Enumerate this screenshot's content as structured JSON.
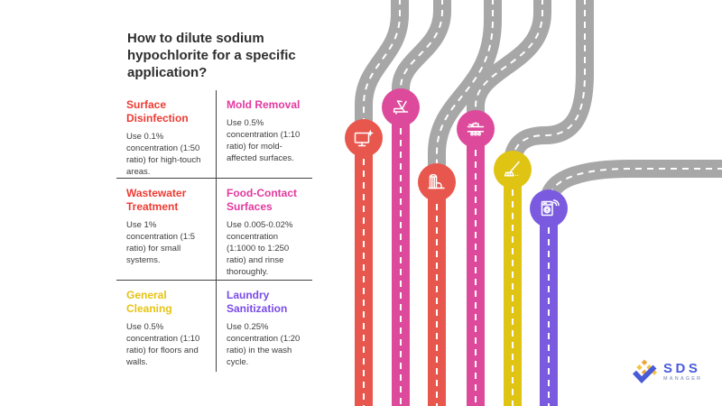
{
  "title": "How to dilute sodium hypochlorite for a specific application?",
  "cards": [
    {
      "heading": "Surface Disinfection",
      "body": "Use 0.1% concentration (1:50 ratio) for high-touch areas.",
      "color": "#ED3B33"
    },
    {
      "heading": "Mold Removal",
      "body": "Use 0.5% concentration (1:10 ratio) for mold-affected surfaces.",
      "color": "#E3399F"
    },
    {
      "heading": "Wastewater Treatment",
      "body": "Use 1% concentration (1:5 ratio) for small systems.",
      "color": "#ED3B33"
    },
    {
      "heading": "Food-Contact Surfaces",
      "body": "Use 0.005-0.02% concentration (1:1000 to 1:250 ratio) and rinse thoroughly.",
      "color": "#E3399F"
    },
    {
      "heading": "General Cleaning",
      "body": "Use 0.5% concentration (1:10 ratio) for floors and walls.",
      "color": "#E6C312"
    },
    {
      "heading": "Laundry Sanitization",
      "body": "Use 0.25% concentration (1:20 ratio) in the wash cycle.",
      "color": "#7A4BE8"
    }
  ],
  "palette": {
    "road_gray": "#A7A7A7",
    "red": "#E8574E",
    "pink": "#DE4A9B",
    "yellow": "#E0C414",
    "purple": "#7A5BE0"
  },
  "icons": {
    "surface_disinfection": "monitor-sparkle-icon",
    "mold_removal": "scrubber-icon",
    "wastewater_treatment": "water-tank-icon",
    "food_contact": "food-rack-icon",
    "general_cleaning": "mop-icon",
    "laundry": "washing-machine-icon"
  },
  "logo": {
    "text": "SDS",
    "subtext": "MANAGER",
    "text_color": "#4A5BD8",
    "subtext_color": "#96A3C8",
    "check_blue": "#4A5BD8",
    "diamond_orange": "#F0A33B",
    "diamond_yellow": "#F6C445"
  }
}
